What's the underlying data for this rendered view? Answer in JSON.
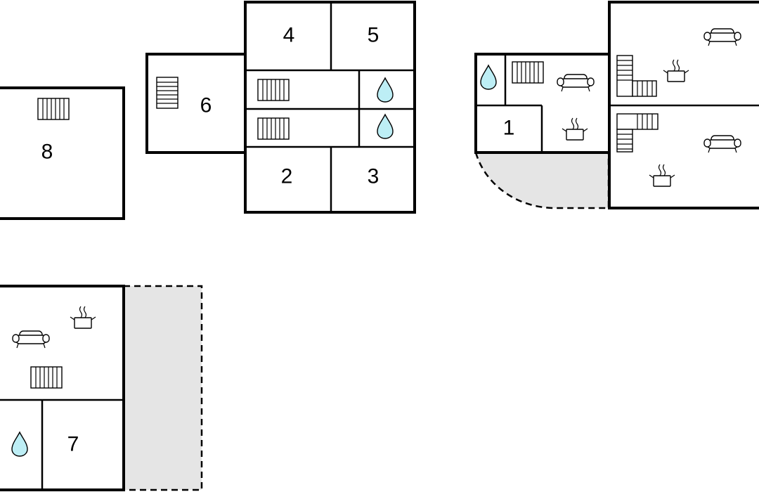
{
  "floor_plan": {
    "rooms": [
      {
        "id": "8",
        "label": "8"
      },
      {
        "id": "6",
        "label": "6"
      },
      {
        "id": "4",
        "label": "4"
      },
      {
        "id": "5",
        "label": "5"
      },
      {
        "id": "2",
        "label": "2"
      },
      {
        "id": "3",
        "label": "3"
      },
      {
        "id": "1",
        "label": "1"
      },
      {
        "id": "7",
        "label": "7"
      }
    ],
    "icons": {
      "radiator": "radiator-icon",
      "water": "water-drop-icon",
      "sofa": "sofa-icon",
      "cooking": "cooking-pot-icon",
      "stairs": "stairs-icon"
    },
    "colors": {
      "wall": "#000000",
      "terrace": "#e5e5e5",
      "water": "#bdeef5",
      "background": "#ffffff"
    }
  }
}
